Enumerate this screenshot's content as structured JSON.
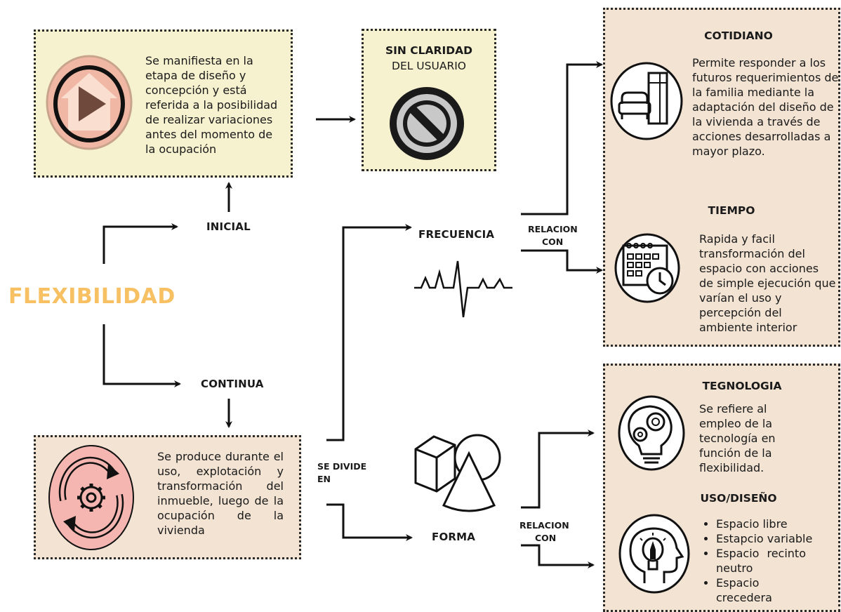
{
  "main_title": "FLEXIBILIDAD",
  "branches": {
    "inicial": "INICIAL",
    "continua": "CONTINUA"
  },
  "inicial_box": {
    "text": "Se manifiesta en la etapa de diseño y concepción y está referida a la posibilidad de realizar variaciones antes del momento de la ocupación"
  },
  "claridad_box": {
    "title_bold": "SIN CLARIDAD",
    "title_regular": "DEL USUARIO"
  },
  "continua_box": {
    "text": "Se produce durante el uso, explotación y transformación del inmueble, luego de la ocupación de la vivienda"
  },
  "divide": {
    "line1": "SE DIVIDE",
    "line2": "EN"
  },
  "frecuencia": "FRECUENCIA",
  "forma": "FORMA",
  "relacion_top": {
    "line1": "RELACION",
    "line2": "CON"
  },
  "relacion_bottom": {
    "line1": "RELACION",
    "line2": "CON"
  },
  "cotidiano": {
    "title": "COTIDIANO",
    "text": "Permite responder a los futuros requerimientos de la familia mediante la adaptación del diseño de la vivienda a través de acciones desarrolladas a mayor plazo."
  },
  "tiempo": {
    "title": "TIEMPO",
    "text": "Rapida y facil transformación del espacio con acciones de simple ejecución que varían el uso y percepción del ambiente interior"
  },
  "tegnologia": {
    "title": "TEGNOLOGIA",
    "text": "Se refiere al empleo de la tecnología en función de la flexibilidad."
  },
  "uso_diseno": {
    "title": "USO/DISEÑO",
    "items": [
      "Espacio libre",
      "Estapcio variable",
      "Espacio recinto neutro",
      "Espacio crecedera"
    ]
  },
  "colors": {
    "title_orange": "#f7c063",
    "yellow_box": "#f6f1cf",
    "tan_box": "#f2e3d3",
    "pink_circle": "#f1b7a5"
  }
}
